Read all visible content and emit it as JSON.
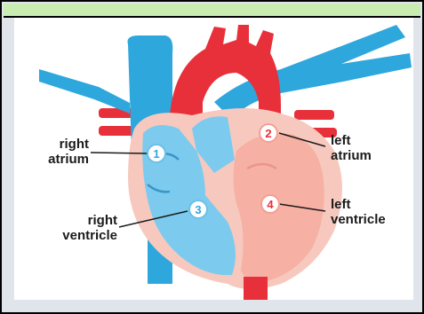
{
  "labels": {
    "right_atrium": [
      "right",
      "atrium"
    ],
    "left_atrium": [
      "left",
      "atrium"
    ],
    "right_ventricle": [
      "right",
      "ventricle"
    ],
    "left_ventricle": [
      "left",
      "ventricle"
    ]
  },
  "markers": [
    "1",
    "2",
    "3",
    "4"
  ],
  "colors": {
    "deoxygenated": "#2ea7dd",
    "oxygenated": "#e8303a",
    "myocardium": "#f7c9be",
    "right_chamber": "#7ccbee",
    "left_chamber": "#f6b0a4",
    "frame_border": "#000000",
    "top_strip": "#c9ecb0"
  },
  "icons": [
    "heart-diagram"
  ]
}
